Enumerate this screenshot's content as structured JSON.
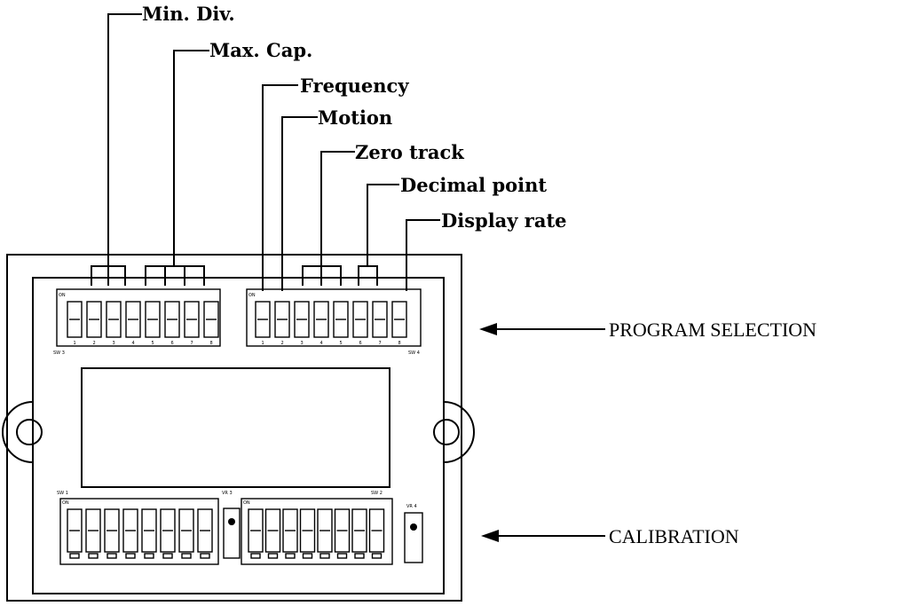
{
  "callouts": {
    "min_div": "Min. Div.",
    "max_cap": "Max. Cap.",
    "frequency": "Frequency",
    "motion": "Motion",
    "zero_track": "Zero track",
    "decimal_point": "Decimal point",
    "display_rate": "Display rate"
  },
  "sections": {
    "program_selection": "PROGRAM SELECTION",
    "calibration": "CALIBRATION"
  },
  "switches": {
    "sw3": {
      "label": "SW 3",
      "on": "ON",
      "positions": [
        "1",
        "2",
        "3",
        "4",
        "5",
        "6",
        "7",
        "8"
      ]
    },
    "sw4": {
      "label": "SW 4",
      "on": "ON",
      "positions": [
        "1",
        "2",
        "3",
        "4",
        "5",
        "6",
        "7",
        "8"
      ]
    },
    "sw1": {
      "label": "SW 1",
      "on": "ON"
    },
    "sw2": {
      "label": "SW 2",
      "on": "ON"
    },
    "vr3": {
      "label": "VR 3"
    },
    "vr4": {
      "label": "VR 4"
    }
  }
}
